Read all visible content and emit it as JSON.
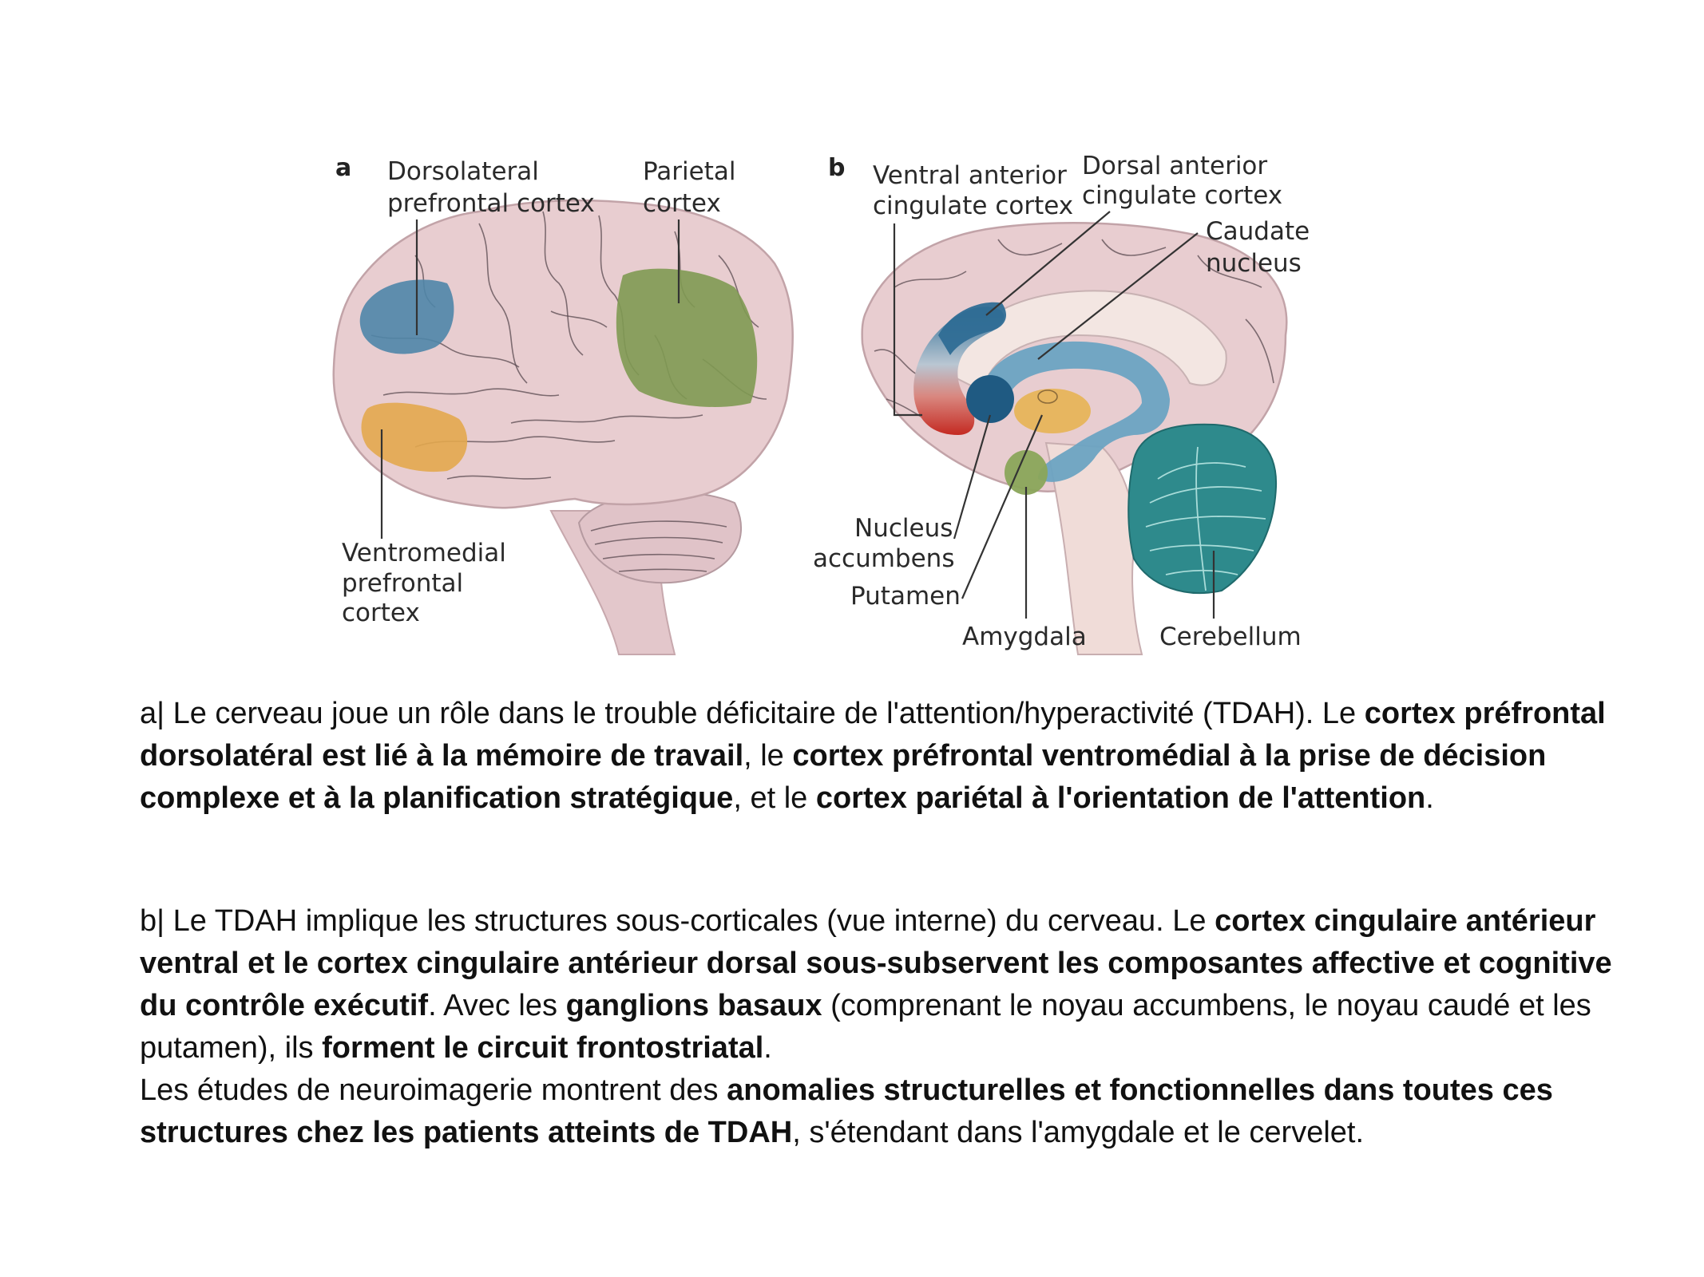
{
  "figure": {
    "panel_a": {
      "letter": "a",
      "labels": {
        "dlpfc_line1": "Dorsolateral",
        "dlpfc_line2": "prefrontal cortex",
        "parietal_line1": "Parietal",
        "parietal_line2": "cortex",
        "vmpfc_line1": "Ventromedial",
        "vmpfc_line2": "prefrontal",
        "vmpfc_line3": "cortex"
      }
    },
    "panel_b": {
      "letter": "b",
      "labels": {
        "vacc_line1": "Ventral anterior",
        "vacc_line2": "cingulate cortex",
        "dacc_line1": "Dorsal anterior",
        "dacc_line2": "cingulate cortex",
        "caudate_line1": "Caudate",
        "caudate_line2": "nucleus",
        "accumbens_line1": "Nucleus",
        "accumbens_line2": "accumbens",
        "putamen": "Putamen",
        "amygdala": "Amygdala",
        "cerebellum": "Cerebellum"
      }
    },
    "colors": {
      "brain": "#e8cdd0",
      "dlpfc": "#4f86a8",
      "parietal": "#7f9a52",
      "vmpfc": "#e3a94e",
      "vacc": "#c42a22",
      "dacc": "#2f6d95",
      "caudate": "#6ba3c2",
      "putamen": "#e7b45a",
      "amygdala": "#8aa55a",
      "cerebellum": "#2e8a8c"
    }
  },
  "caption_a": {
    "s1": "a| Le cerveau joue un rôle dans le trouble déficitaire de l'attention/hyperactivité (TDAH). Le ",
    "b1": "cortex préfrontal dorsolatéral est lié à la mémoire de travail",
    "s2": ", le ",
    "b2": "cortex préfrontal ventromédial à la prise de décision complexe et à la planification stratégique",
    "s3": ", et le ",
    "b3": "cortex pariétal à l'orientation de l'attention",
    "s4": "."
  },
  "caption_b": {
    "s1": "b| Le TDAH implique les structures sous-corticales (vue interne) du cerveau. Le ",
    "b1": "cortex cingulaire antérieur ventral et le cortex cingulaire antérieur dorsal sous-subservent les composantes affective et cognitive du contrôle exécutif",
    "s2": ". Avec les ",
    "b2": "ganglions basaux",
    "s3": " (comprenant le noyau accumbens, le noyau caudé et les putamen), ils ",
    "b3": "forment le circuit frontostriatal",
    "s4": ".",
    "s5": "Les études de neuroimagerie montrent des ",
    "b4": "anomalies structurelles et fonctionnelles dans toutes ces structures chez les patients atteints de TDAH",
    "s6": ", s'étendant dans l'amygdale et le cervelet."
  }
}
